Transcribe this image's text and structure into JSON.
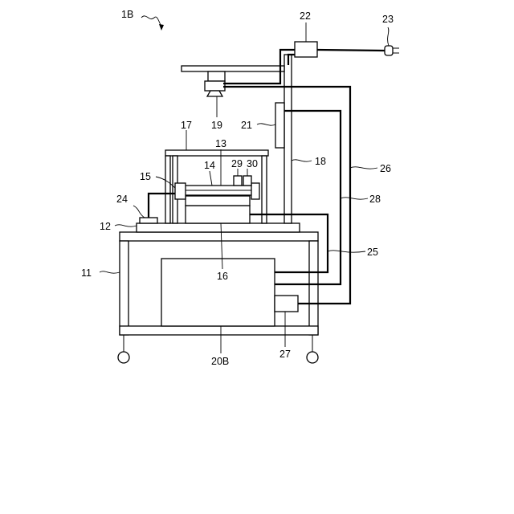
{
  "figure": {
    "label_1B": "1B",
    "labels": {
      "l11": "11",
      "l12": "12",
      "l13": "13",
      "l14": "14",
      "l15": "15",
      "l16": "16",
      "l17": "17",
      "l18": "18",
      "l19": "19",
      "l20B": "20B",
      "l21": "21",
      "l22": "22",
      "l23": "23",
      "l24": "24",
      "l25": "25",
      "l26": "26",
      "l27": "27",
      "l28": "28",
      "l29": "29",
      "l30": "30"
    }
  }
}
